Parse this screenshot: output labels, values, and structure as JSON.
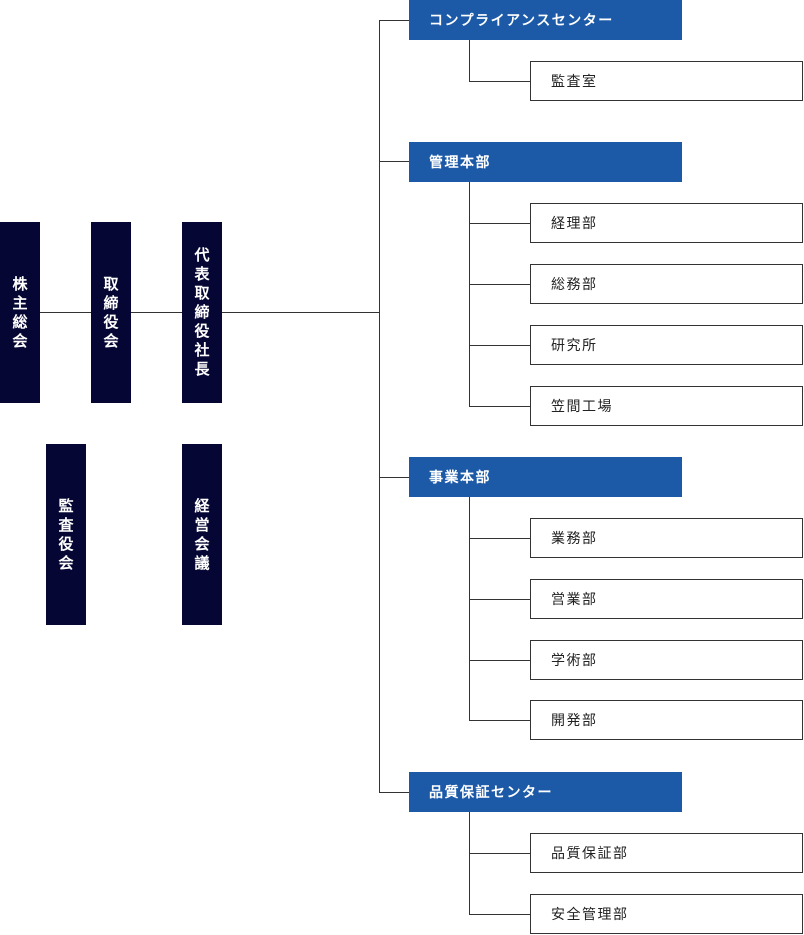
{
  "left": {
    "shareholders": "株主総会",
    "board": "取締役会",
    "president": "代表取締役社長",
    "auditors": "監査役会",
    "management_council": "経営会議"
  },
  "departments": [
    {
      "name": "コンプライアンスセンター",
      "children": [
        "監査室"
      ]
    },
    {
      "name": "管理本部",
      "children": [
        "経理部",
        "総務部",
        "研究所",
        "笠間工場"
      ]
    },
    {
      "name": "事業本部",
      "children": [
        "業務部",
        "営業部",
        "学術部",
        "開発部"
      ]
    },
    {
      "name": "品質保証センター",
      "children": [
        "品質保証部",
        "安全管理部"
      ]
    }
  ],
  "colors": {
    "dark_box": "#050633",
    "header_box": "#1c5aa8",
    "line": "#333333"
  }
}
